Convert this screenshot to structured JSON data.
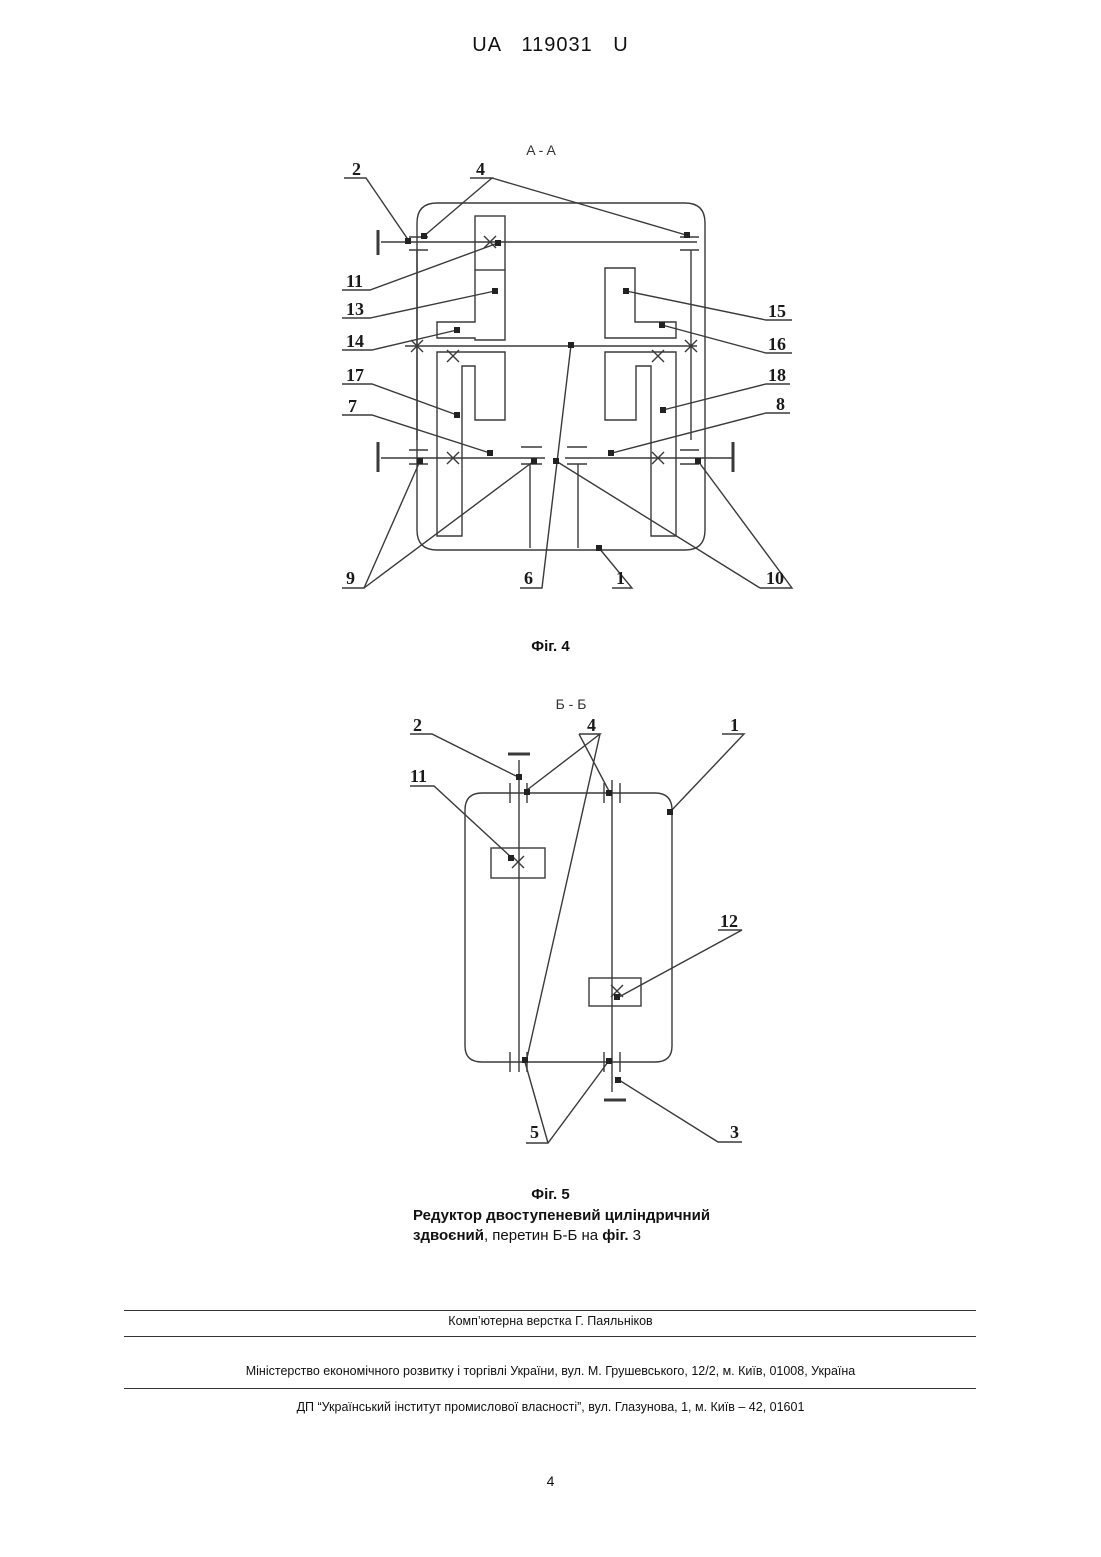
{
  "header": {
    "doc_id": "UA   119031   U"
  },
  "figure4": {
    "section_label": "A - A",
    "caption": "Фіг. 4",
    "callouts": [
      "2",
      "4",
      "11",
      "13",
      "14",
      "17",
      "7",
      "9",
      "6",
      "1",
      "10",
      "8",
      "18",
      "16",
      "15"
    ]
  },
  "figure5": {
    "section_label": "Б - Б",
    "caption": "Фіг. 5",
    "callouts": [
      "2",
      "4",
      "1",
      "11",
      "12",
      "5",
      "3"
    ],
    "description_line1": "Редуктор двоступеневий циліндричний",
    "description_line2_bold": "здвоєний",
    "description_line2_rest": ", перетин Б-Б на ",
    "description_fig_bold": "фіг.",
    "description_fig_num": " 3"
  },
  "footer": {
    "typesetter": "Комп’ютерна верстка Г. Паяльніков",
    "ministry": "Міністерство економічного розвитку і торгівлі України, вул. М. Грушевського, 12/2, м. Київ, 01008, Україна",
    "institute": "ДП “Український інститут промислової власності”, вул. Глазунова, 1, м. Київ – 42, 01601",
    "page_number": "4"
  },
  "colors": {
    "line": "#3a3a3a",
    "text": "#111111"
  }
}
